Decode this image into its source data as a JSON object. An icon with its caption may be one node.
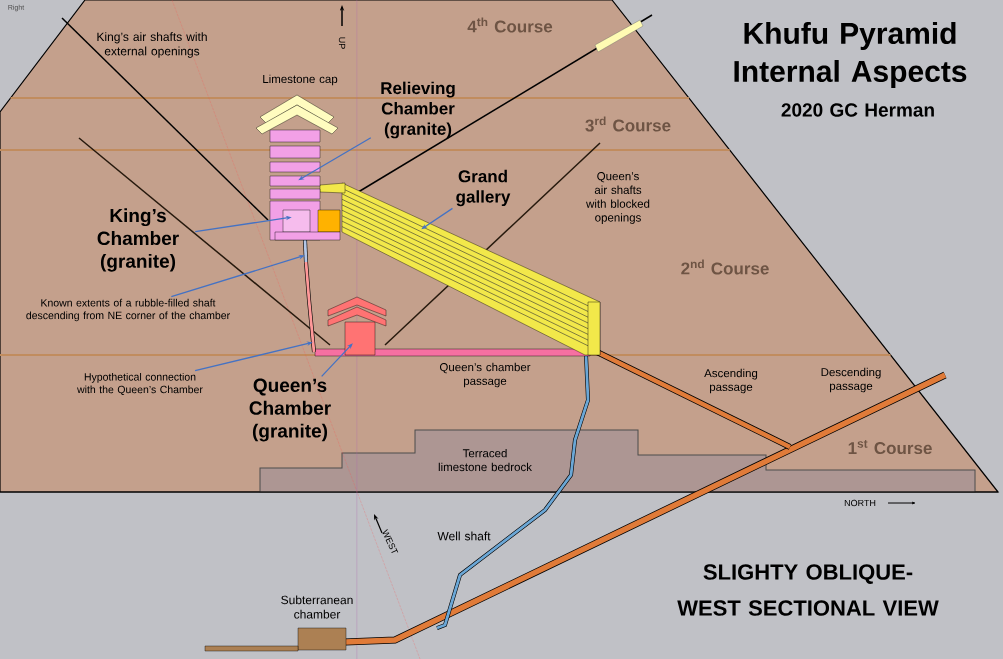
{
  "diagram": {
    "title": "Khufu Pyramid Internal Aspects",
    "caption": "SLIGHTY OBLIQUE-WEST SECTIONAL VIEW",
    "nodes": [
      {
        "text": [
          "Relieving Chamber (granite)"
        ]
      },
      {
        "text": [
          "King’s Chamber (granite)"
        ]
      },
      {
        "text": [
          "Grand gallery"
        ]
      },
      {
        "text": [
          "Known extents of a rubble-filled shaft descending from NE corner of the chamber"
        ]
      },
      {
        "text": [
          "Hypothetical connection with the Queen’s Chamber"
        ]
      },
      {
        "text": [
          "Queen’s Chamber (granite)"
        ]
      },
      {
        "text": [],
        "shape": "picture"
      },
      {
        "text": [],
        "shape": "picture"
      },
      {
        "text": [],
        "shape": "picture"
      },
      {
        "text": [],
        "shape": "picture"
      },
      {
        "text": [],
        "shape": "picture"
      },
      {
        "text": [],
        "shape": "picture"
      }
    ],
    "edges": [
      {
        "from": 0,
        "to": 6,
        "arrow": "to"
      },
      {
        "from": 1,
        "to": 7,
        "arrow": "to"
      },
      {
        "from": 2,
        "to": 8,
        "arrow": "to"
      },
      {
        "from": 3,
        "to": 9,
        "arrow": "to"
      },
      {
        "from": 4,
        "to": 10,
        "arrow": "to"
      },
      {
        "from": 5,
        "to": 11,
        "arrow": "to"
      }
    ],
    "labels": [
      "Right",
      "King’s air shafts with external openings",
      "UP",
      "4$^{th}$ Course",
      "Limestone cap",
      "3$^{rd}$ Course",
      "Queen’s air shafts with blocked openings",
      "2$^{nd}$ Course",
      "Queen’s chamber passage",
      "Ascending passage",
      "Descending passage",
      "Terraced limestone bedrock",
      "1$^{st}$ Course",
      "NORTH",
      "WEST",
      "Well shaft",
      "Subterranean chamber",
      "2020 GC Herman"
    ]
  }
}
